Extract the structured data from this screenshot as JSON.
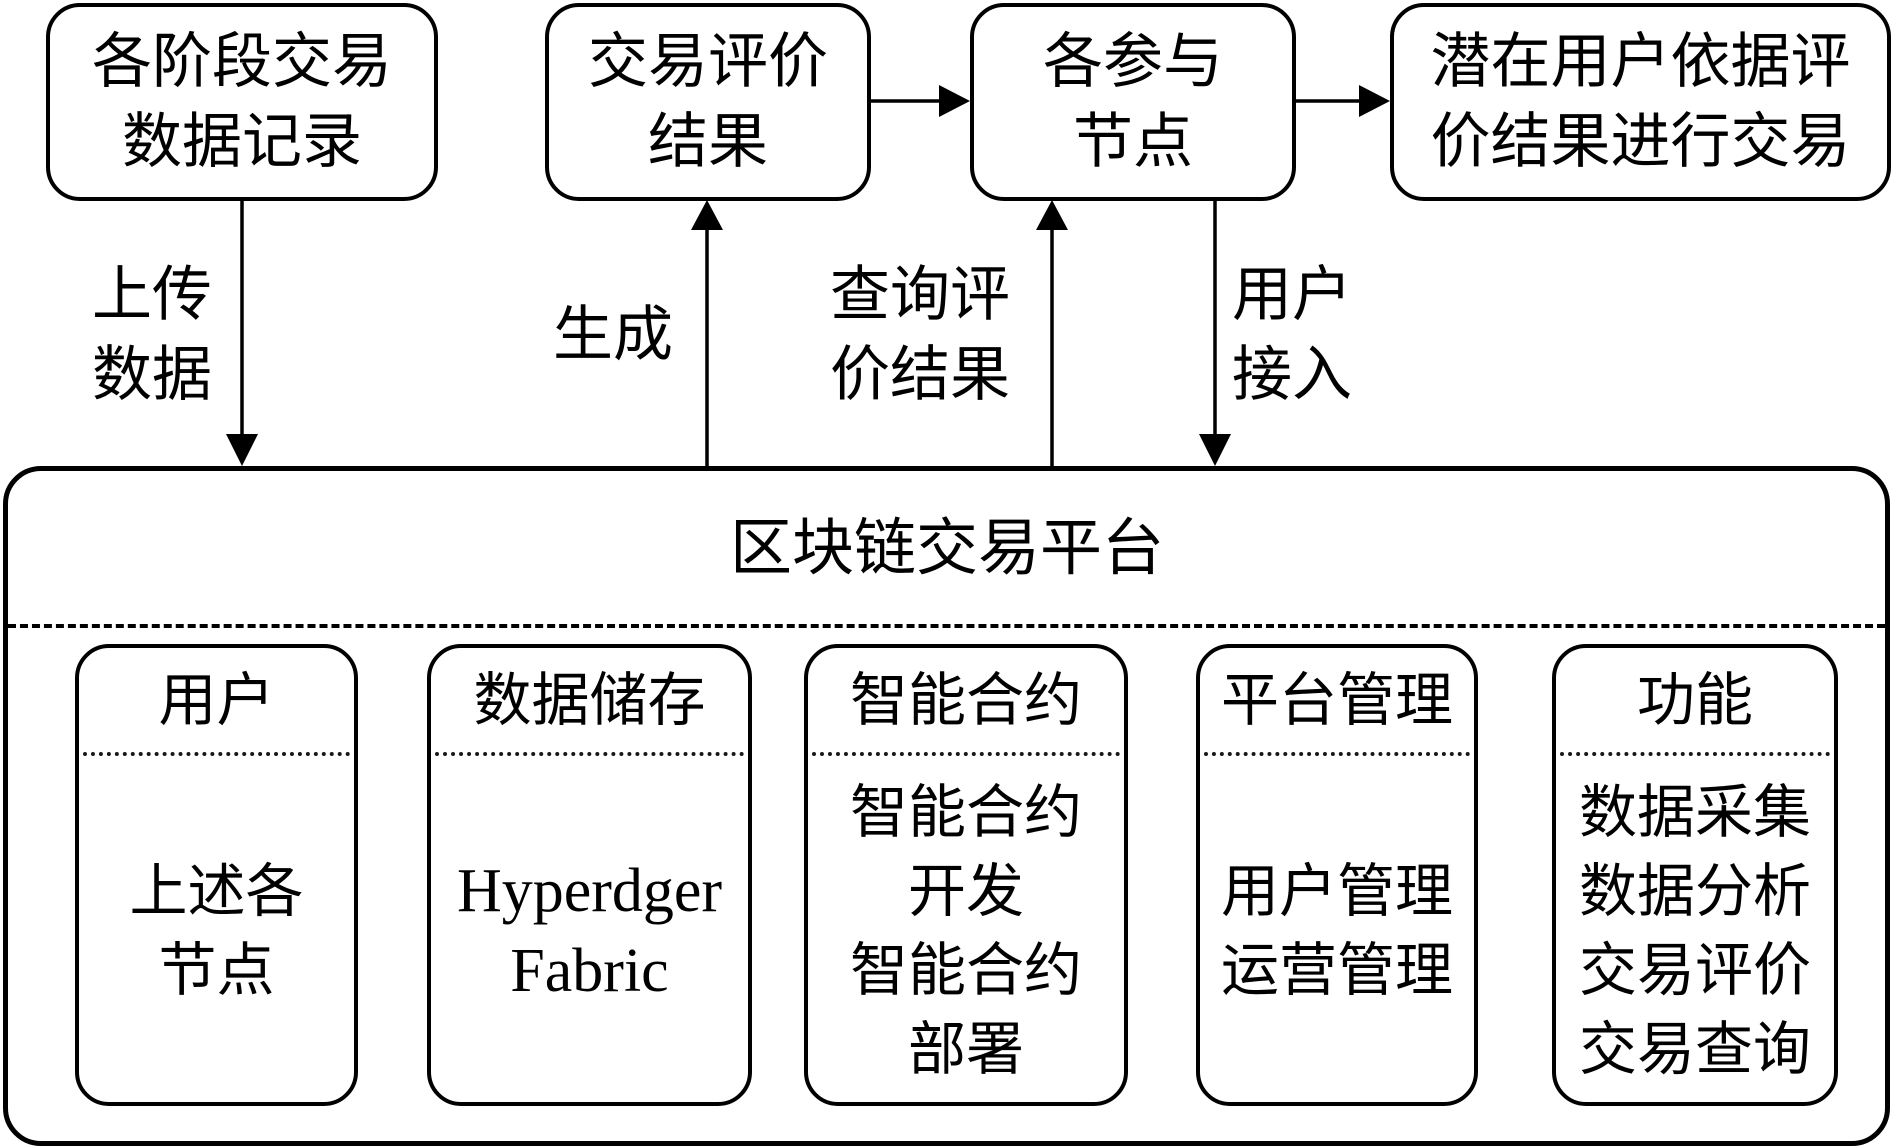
{
  "top_boxes": [
    {
      "lines": [
        "各阶段交易",
        "数据记录"
      ]
    },
    {
      "lines": [
        "交易评价",
        "结果"
      ]
    },
    {
      "lines": [
        "各参与",
        "节点"
      ]
    },
    {
      "lines": [
        "潜在用户依据评",
        "价结果进行交易"
      ]
    }
  ],
  "arrow_labels": [
    {
      "lines": [
        "上传",
        "数据"
      ]
    },
    {
      "lines": [
        "生成"
      ]
    },
    {
      "lines": [
        "查询评",
        "价结果"
      ]
    },
    {
      "lines": [
        "用户",
        "接入"
      ]
    }
  ],
  "platform": {
    "title": "区块链交易平台",
    "modules": [
      {
        "title": "用户",
        "body": [
          "上述各",
          "节点"
        ]
      },
      {
        "title": "数据储存",
        "body": [
          "Hyperdger",
          "Fabric"
        ]
      },
      {
        "title": "智能合约",
        "body": [
          "智能合约",
          "开发",
          "智能合约",
          "部署"
        ]
      },
      {
        "title": "平台管理",
        "body": [
          "用户管理",
          "运营管理"
        ]
      },
      {
        "title": "功能",
        "body": [
          "数据采集",
          "数据分析",
          "交易评价",
          "交易查询"
        ]
      }
    ]
  },
  "colors": {
    "stroke": "#000000",
    "background": "#ffffff"
  }
}
